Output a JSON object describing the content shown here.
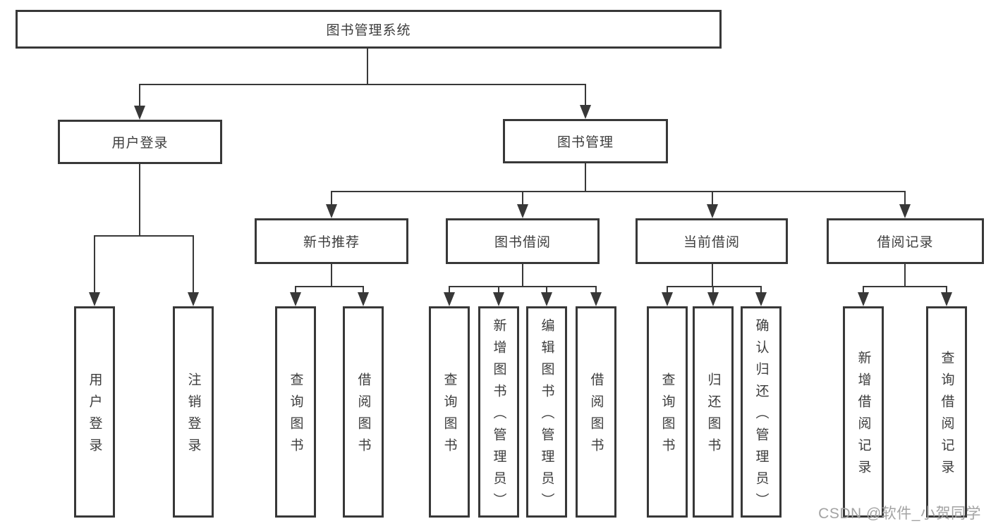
{
  "tree": {
    "label": "图书管理系统",
    "children": [
      {
        "label": "用户登录",
        "children": [
          {
            "label": "用户登录"
          },
          {
            "label": "注销登录"
          }
        ]
      },
      {
        "label": "图书管理",
        "children": [
          {
            "label": "新书推荐",
            "children": [
              {
                "label": "查询图书"
              },
              {
                "label": "借阅图书"
              }
            ]
          },
          {
            "label": "图书借阅",
            "children": [
              {
                "label": "查询图书"
              },
              {
                "label": "新增图书（管理员）"
              },
              {
                "label": "编辑图书（管理员）"
              },
              {
                "label": "借阅图书"
              }
            ]
          },
          {
            "label": "当前借阅",
            "children": [
              {
                "label": "查询图书"
              },
              {
                "label": "归还图书"
              },
              {
                "label": "确认归还（管理员）"
              }
            ]
          },
          {
            "label": "借阅记录",
            "children": [
              {
                "label": "新增借阅记录"
              },
              {
                "label": "查询借阅记录"
              }
            ]
          }
        ]
      }
    ]
  },
  "watermark": {
    "text": "CSDN @软件_小贺同学"
  },
  "colors": {
    "line": "#383838",
    "text": "#3d3d3d",
    "background": "#ffffff",
    "watermark": "#a3a3a3"
  }
}
